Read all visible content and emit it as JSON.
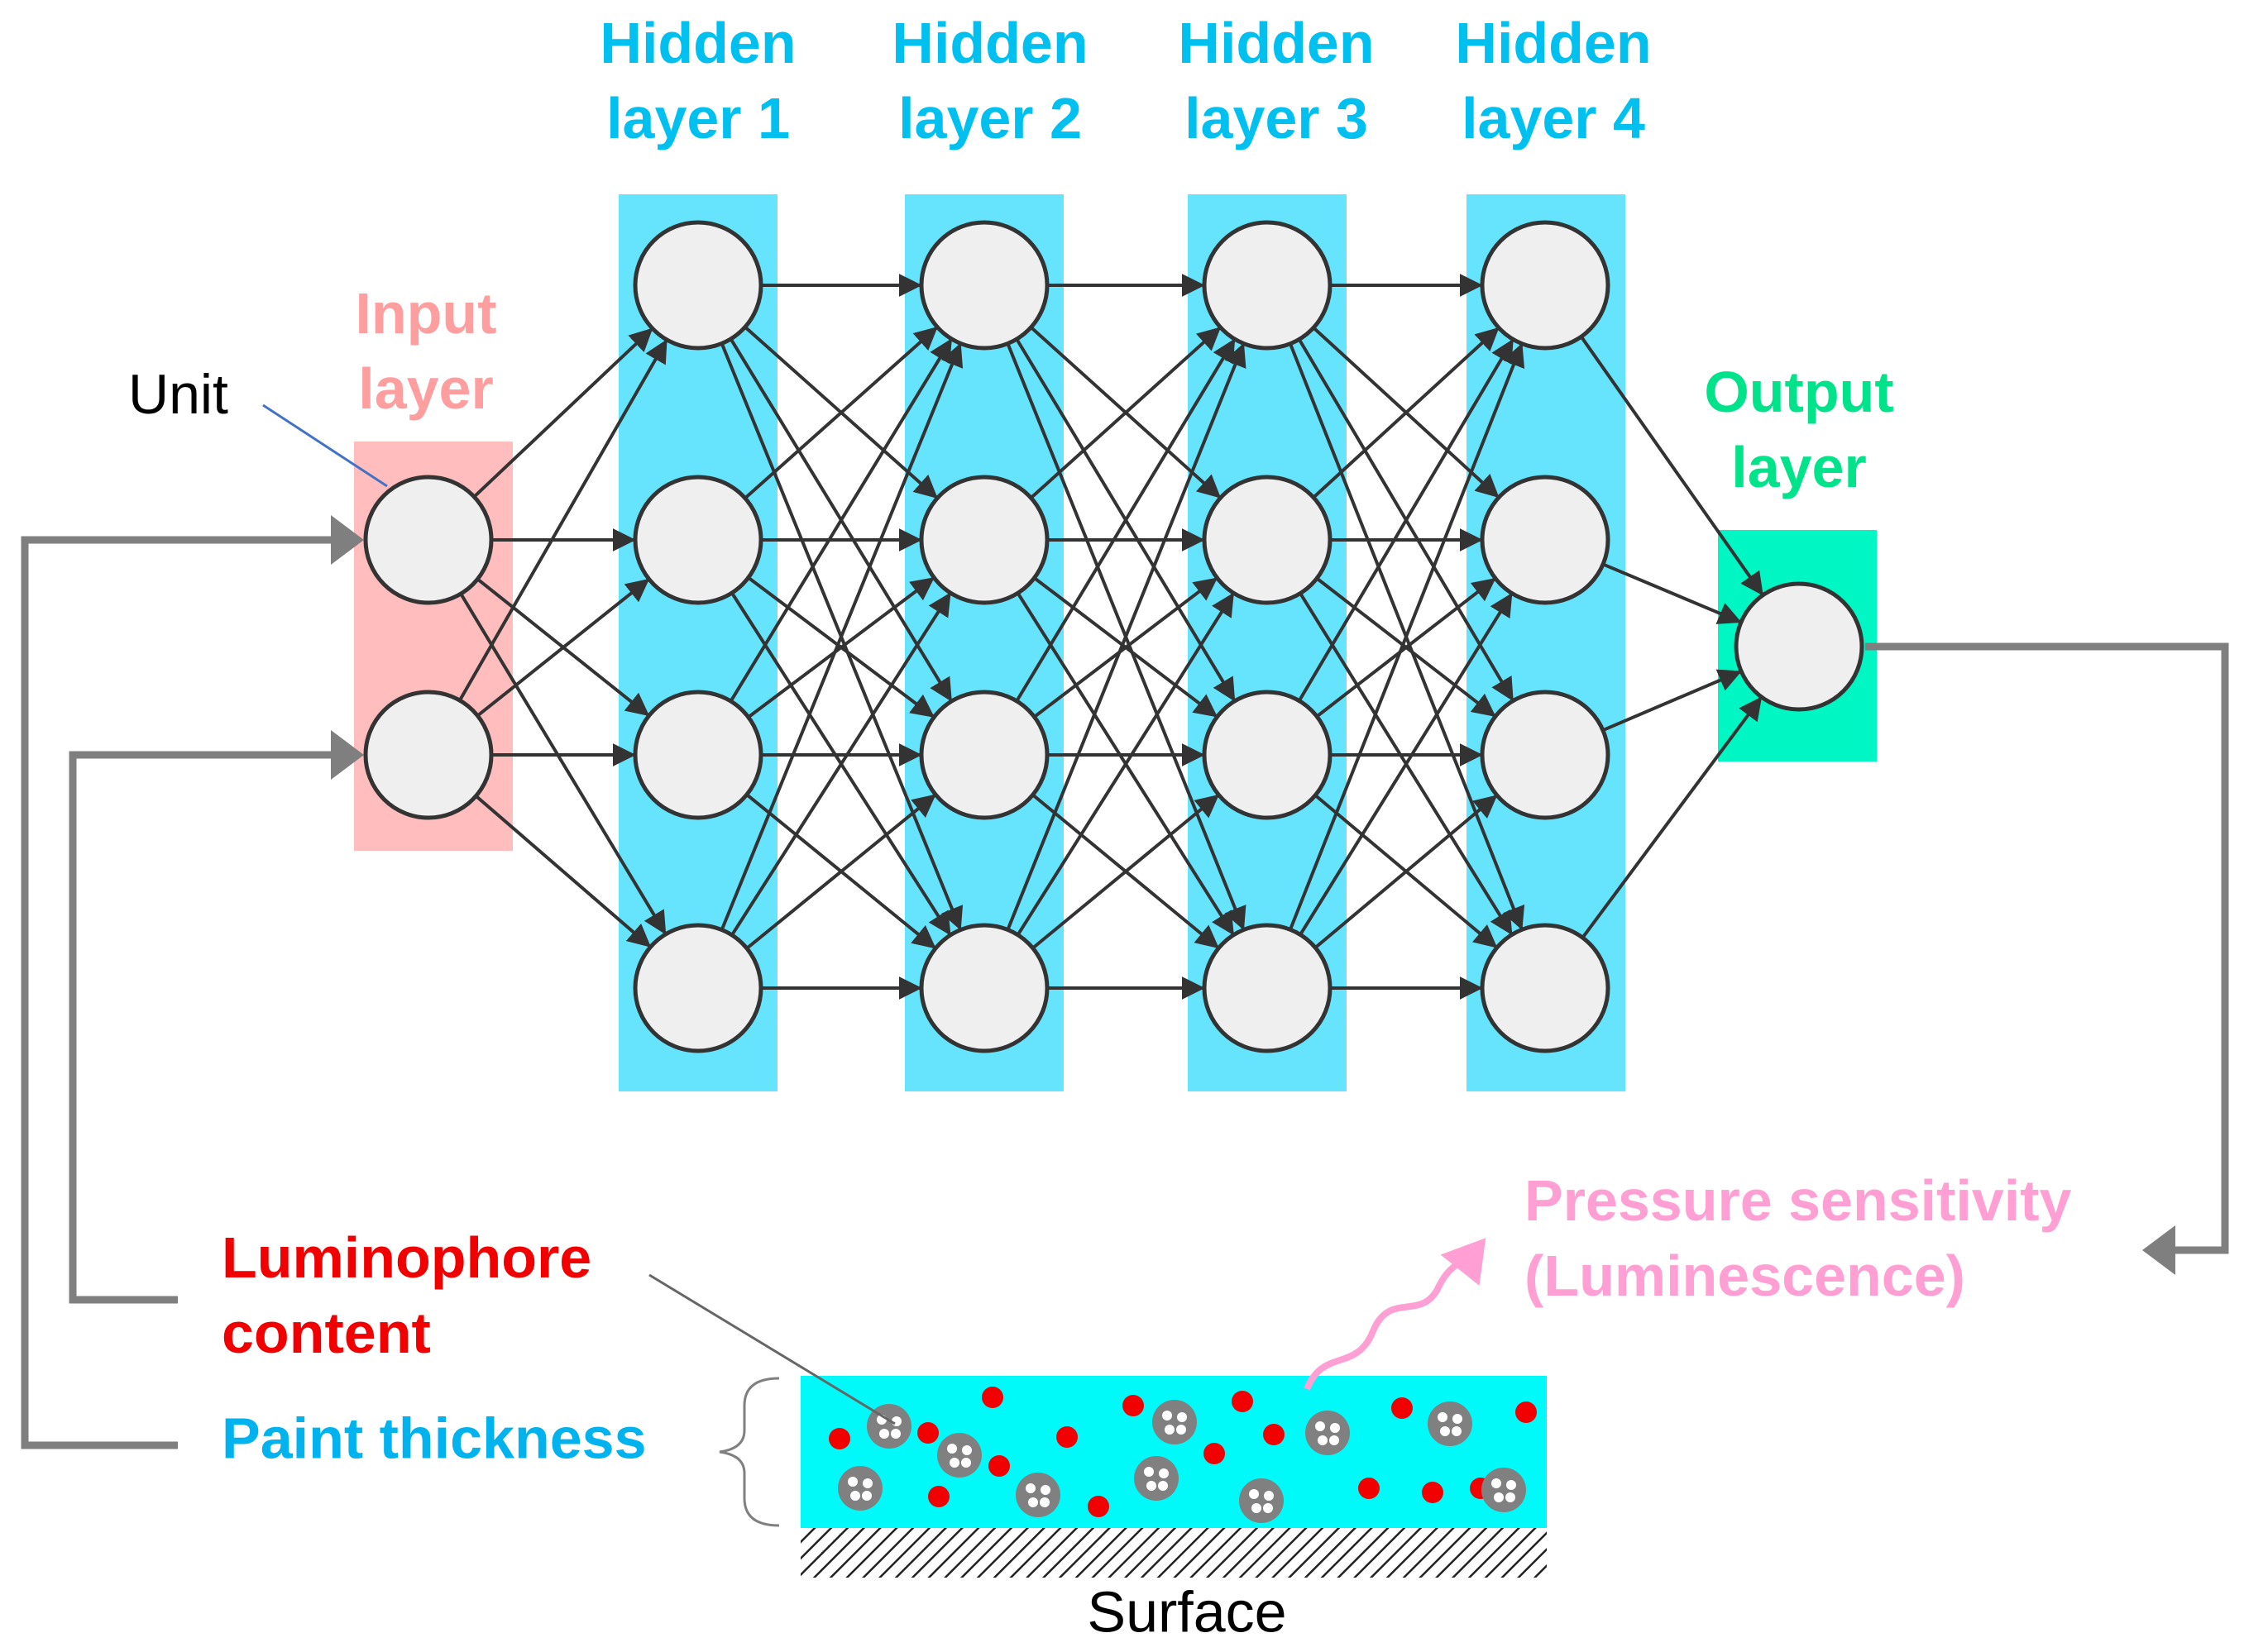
{
  "network": {
    "input_label": "Input\nlayer",
    "hidden_labels": [
      "Hidden\nlayer 1",
      "Hidden\nlayer 2",
      "Hidden\nlayer 3",
      "Hidden\nlayer 4"
    ],
    "output_label": "Output\nlayer",
    "unit_label": "Unit",
    "layer_sizes": [
      2,
      4,
      4,
      4,
      4,
      1
    ]
  },
  "paint": {
    "luminophore_label": "Luminophore\ncontent",
    "thickness_label": "Paint thickness",
    "sensitivity_label": "Pressure sensitivity\n(Luminescence)",
    "surface_label": "Surface"
  },
  "colors": {
    "input": "#FFBDBD",
    "input_text": "#FF9E9E",
    "hidden": "#66E3FD",
    "hidden_text": "#00C0F0",
    "output": "#00F7C4",
    "output_text": "#00E38A",
    "node_fill": "#EFEFEF",
    "node_stroke": "#333333",
    "edge": "#333333",
    "feedback": "#7F7F7F",
    "luminophore_text": "#F00000",
    "thickness_text": "#00B3EE",
    "sensitivity_text": "#FF9FD4",
    "paint_fill": "#00FAFA",
    "dot_red": "#F00000"
  }
}
